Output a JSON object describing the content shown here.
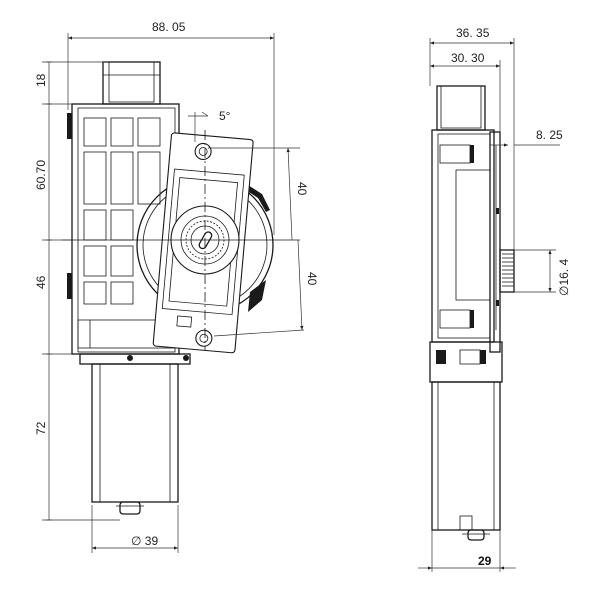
{
  "front_view": {
    "width_dim": "88. 05",
    "angle_dim": "5°",
    "height_top_dim": "18",
    "height_mid_dim": "60.70",
    "height_low_dim": "46",
    "motor_len_dim": "72",
    "hole_dim_upper": "40",
    "hole_dim_lower": "40",
    "motor_dia_dim": "∅ 39"
  },
  "side_view": {
    "width_overall_dim": "36. 35",
    "width_body_dim": "30. 30",
    "gear_offset_dim": "8. 25",
    "gear_dia_dim": "∅16. 4",
    "motor_width_dim": "29"
  }
}
